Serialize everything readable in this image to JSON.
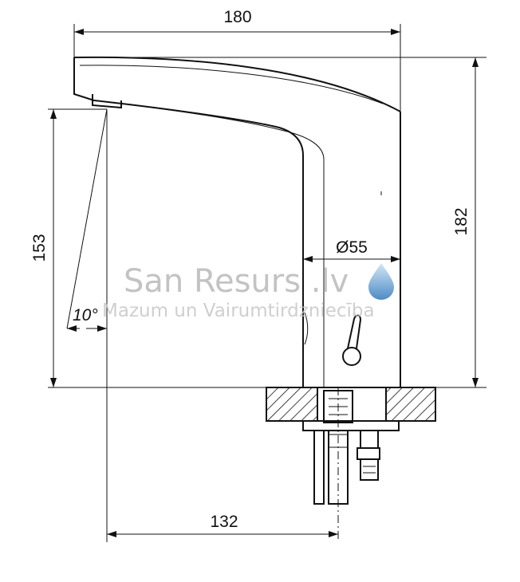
{
  "dimensions": {
    "width_top": "180",
    "height_right": "182",
    "spout_height": "153",
    "body_diameter": "Ø55",
    "reach_bottom": "132",
    "spout_angle": "10°"
  },
  "watermark": {
    "brand": "San Resurs .lv",
    "tagline": "Mazum un Vairumtirdzniecība"
  },
  "colors": {
    "line": "#111111",
    "watermark_text": "#b9b9b9",
    "drop_top": "#cfe4f4",
    "drop_bottom": "#3a7fc0"
  }
}
